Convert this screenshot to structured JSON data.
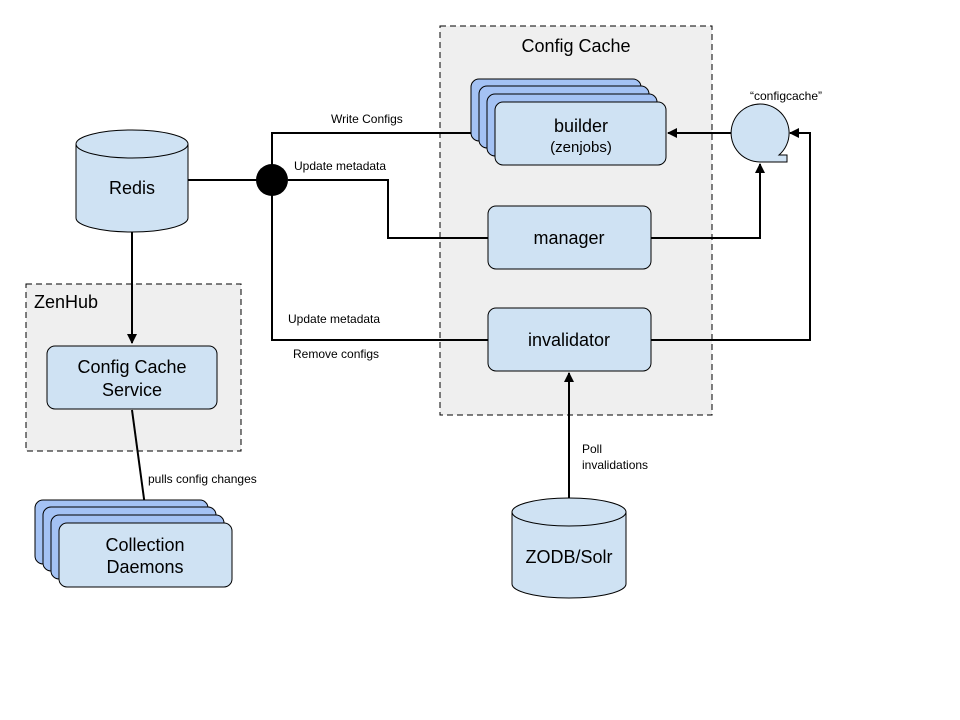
{
  "diagram": {
    "groups": {
      "config_cache": "Config Cache",
      "zenhub": "ZenHub"
    },
    "nodes": {
      "redis": "Redis",
      "builder": [
        "builder",
        "(zenjobs)"
      ],
      "manager": "manager",
      "invalidator": "invalidator",
      "configcache_queue": "“configcache”",
      "config_cache_service": [
        "Config Cache",
        "Service"
      ],
      "collection_daemons": [
        "Collection",
        "Daemons"
      ],
      "zodb_solr": "ZODB/Solr"
    },
    "edge_labels": {
      "write_configs": "Write Configs",
      "update_metadata_top": "Update metadata",
      "update_metadata_bottom": "Update metadata",
      "remove_configs": "Remove configs",
      "pulls_config_changes": "pulls config changes",
      "poll_invalidations": [
        "Poll",
        "invalidations"
      ]
    },
    "colors": {
      "node_fill": "#cfe2f3",
      "stack_fill": "#a4c2f4",
      "group_fill": "#efefef",
      "line": "#000000"
    }
  }
}
